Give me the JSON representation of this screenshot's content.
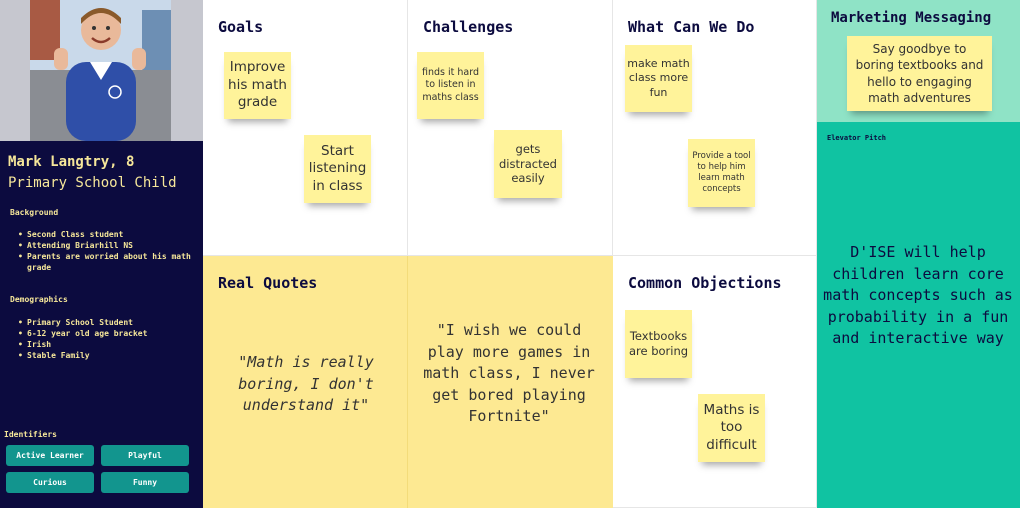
{
  "persona": {
    "name": "Mark Langtry, 8",
    "role": "Primary School Child",
    "background_heading": "Background",
    "background": [
      "Second Class student",
      "Attending Briarhill NS",
      "Parents are worried about his math grade"
    ],
    "demographics_heading": "Demographics",
    "demographics": [
      "Primary School Student",
      "6-12 year old age bracket",
      "Irish",
      "Stable Family"
    ],
    "identifiers_heading": "Identifiers",
    "identifiers": [
      "Active Learner",
      "Playful",
      "Curious",
      "Funny"
    ]
  },
  "goals": {
    "title": "Goals",
    "notes": [
      "Improve his math grade",
      "Start listening in class"
    ]
  },
  "challenges": {
    "title": "Challenges",
    "notes": [
      "finds it hard to listen in maths class",
      "gets distracted easily"
    ]
  },
  "what_can_we_do": {
    "title": "What Can We Do",
    "notes": [
      "make math class more fun",
      "Provide a tool to help him learn math concepts"
    ]
  },
  "real_quotes": {
    "title": "Real Quotes",
    "quotes": [
      "\"Math is really boring, I don't understand it\"",
      "\"I wish we could play more games in math class, I never get bored playing Fortnite\""
    ]
  },
  "common_objections": {
    "title": "Common Objections",
    "notes": [
      "Textbooks are boring",
      "Maths is too difficult"
    ]
  },
  "marketing": {
    "title": "Marketing Messaging",
    "note": "Say goodbye to boring textbooks and hello to engaging math adventures"
  },
  "elevator_pitch": {
    "label": "Elevator Pitch",
    "text": "D'ISE will help children learn core math concepts such as probability in a fun and interactive way"
  },
  "colors": {
    "navy": "#0c0b3f",
    "accent_yellow": "#f6e79a",
    "sticky": "#fff39a",
    "quote_bg": "#fde992",
    "teal_light": "#8fe3c6",
    "teal": "#10c3a2",
    "tag": "#12958e"
  }
}
